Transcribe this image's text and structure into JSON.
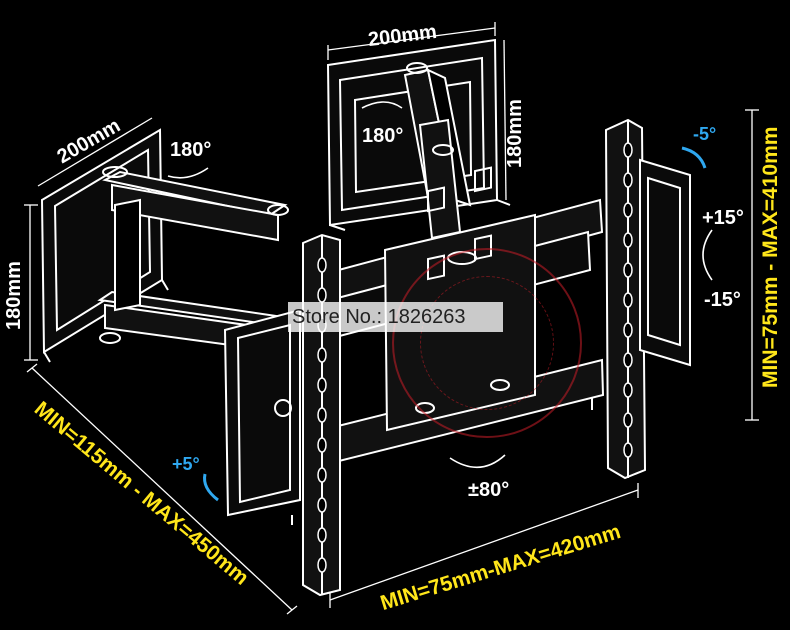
{
  "labels": {
    "top_width": "200mm",
    "top_height": "180mm",
    "top_rotation": "180°",
    "left_width": "200mm",
    "left_height": "180mm",
    "left_rotation": "180°",
    "tilt_down": "-5°",
    "tilt_plus": "+15°",
    "tilt_minus": "-15°",
    "side_tilt": "+5°",
    "plate_rotation": "±80°",
    "vertical_range": "MIN=75mm - MAX=410mm",
    "horizontal_range": "MIN=75mm-MAX=420mm",
    "extension_range": "MIN=115mm - MAX=450mm"
  },
  "watermark": "Store No.: 1826263",
  "colors": {
    "background": "#000000",
    "line": "#ffffff",
    "dimension_text": "#ffe61a",
    "angle_text_blue": "#2fa8f0",
    "stamp": "#c81e28"
  }
}
